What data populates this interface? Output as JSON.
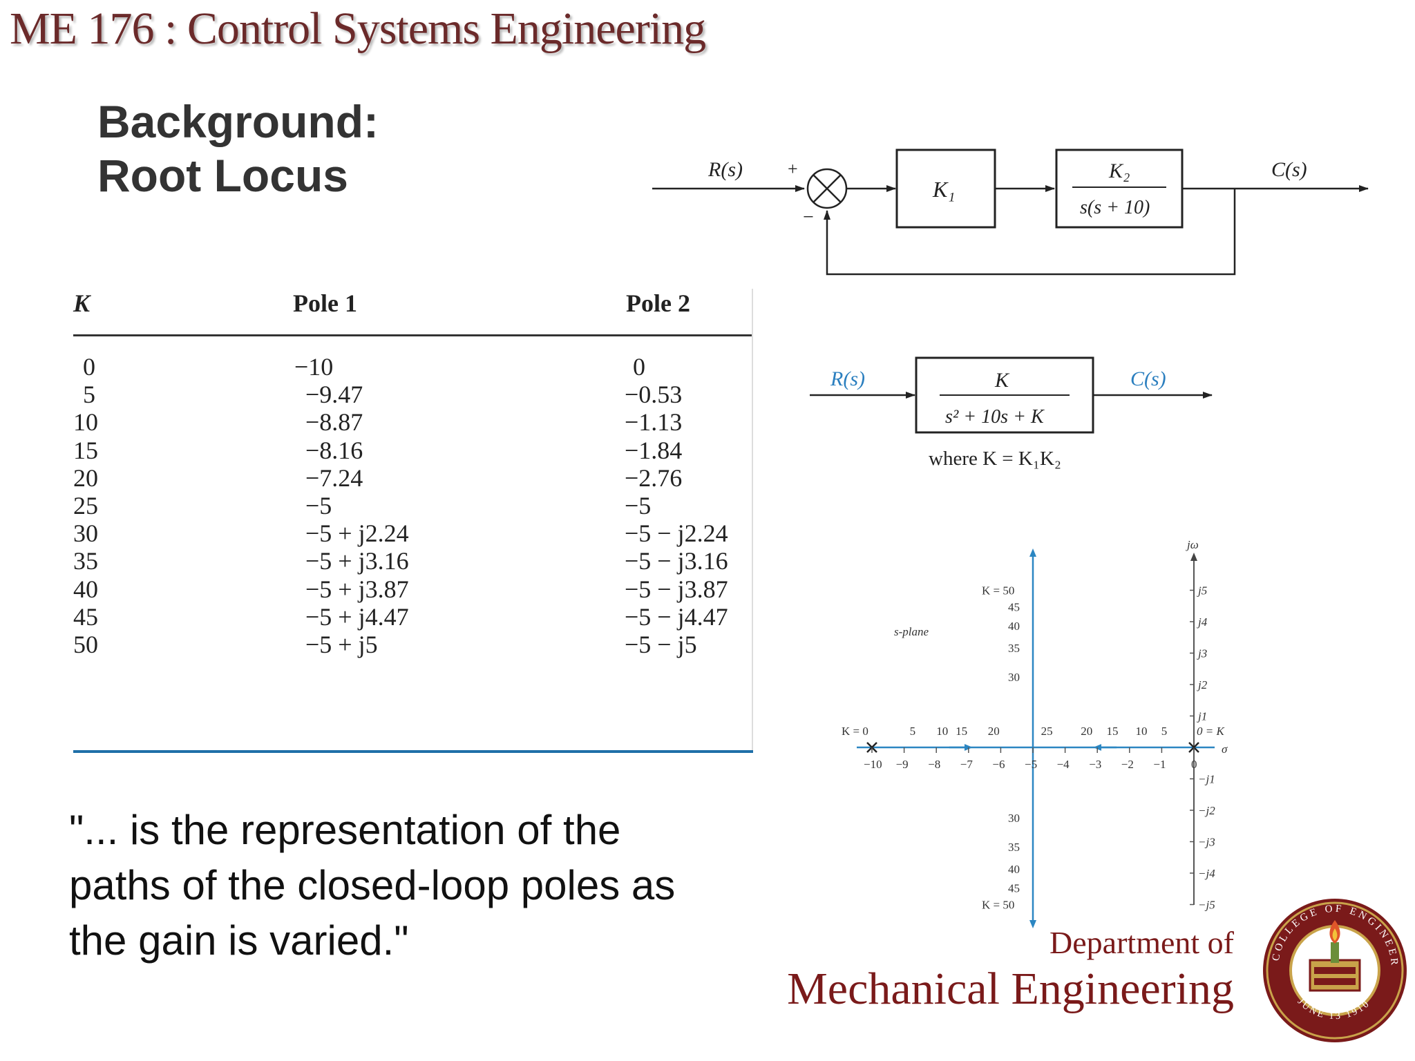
{
  "header": {
    "course_title": "ME 176 :  Control Systems Engineering",
    "heading_line1": "Background:",
    "heading_line2": "Root Locus"
  },
  "block_diagram_1": {
    "input": "R(s)",
    "output": "C(s)",
    "plus_sign": "+",
    "minus_sign": "−",
    "block1": "K₁",
    "block2_numerator": "K₂",
    "block2_denominator": "s(s + 10)"
  },
  "block_diagram_2": {
    "input": "R(s)",
    "output": "C(s)",
    "numerator": "K",
    "denominator": "s² + 10s + K",
    "note": "where K = K₁K₂"
  },
  "table": {
    "headers": [
      "K",
      "Pole 1",
      "Pole 2"
    ],
    "rows": [
      [
        "0",
        "−10",
        "0"
      ],
      [
        "5",
        "−9.47",
        "−0.53"
      ],
      [
        "10",
        "−8.87",
        "−1.13"
      ],
      [
        "15",
        "−8.16",
        "−1.84"
      ],
      [
        "20",
        "−7.24",
        "−2.76"
      ],
      [
        "25",
        "−5",
        "−5"
      ],
      [
        "30",
        "−5 + j2.24",
        "−5 − j2.24"
      ],
      [
        "35",
        "−5 + j3.16",
        "−5 − j3.16"
      ],
      [
        "40",
        "−5 + j3.87",
        "−5 − j3.87"
      ],
      [
        "45",
        "−5 + j4.47",
        "−5 − j4.47"
      ],
      [
        "50",
        "−5 + j5",
        "−5 − j5"
      ]
    ]
  },
  "root_locus": {
    "plane_label": "s-plane",
    "jw_label": "jω",
    "sigma_label": "σ",
    "x_ticks": [
      "−10",
      "−9",
      "−8",
      "−7",
      "−6",
      "−5",
      "−4",
      "−3",
      "−2",
      "−1",
      "0"
    ],
    "left_k_labels": [
      "K = 0",
      "5",
      "10",
      "15",
      "20"
    ],
    "right_k_labels": [
      "20",
      "15",
      "10",
      "5"
    ],
    "right_k_end": "0 = K",
    "k25": "25",
    "upper_k_labels": [
      "K = 50",
      "45",
      "40",
      "35",
      "30"
    ],
    "lower_k_labels": [
      "30",
      "35",
      "40",
      "45",
      "K = 50"
    ],
    "jw_pos_ticks": [
      "j5",
      "j4",
      "j3",
      "j2",
      "j1"
    ],
    "jw_neg_ticks": [
      "−j1",
      "−j2",
      "−j3",
      "−j4",
      "−j5"
    ],
    "axis_color": "#2b86c2"
  },
  "quote": {
    "line1": "\"... is the representation of the",
    "line2": "paths of the closed-loop poles as",
    "line3": "the gain is varied.\""
  },
  "footer": {
    "dept_line1": "Department of",
    "dept_line2": "Mechanical Engineering",
    "seal_text_top": "COLLEGE OF ENGINEERING",
    "seal_text_bottom": "JUNE 13 1910",
    "brand_color": "#7a1a1a"
  }
}
